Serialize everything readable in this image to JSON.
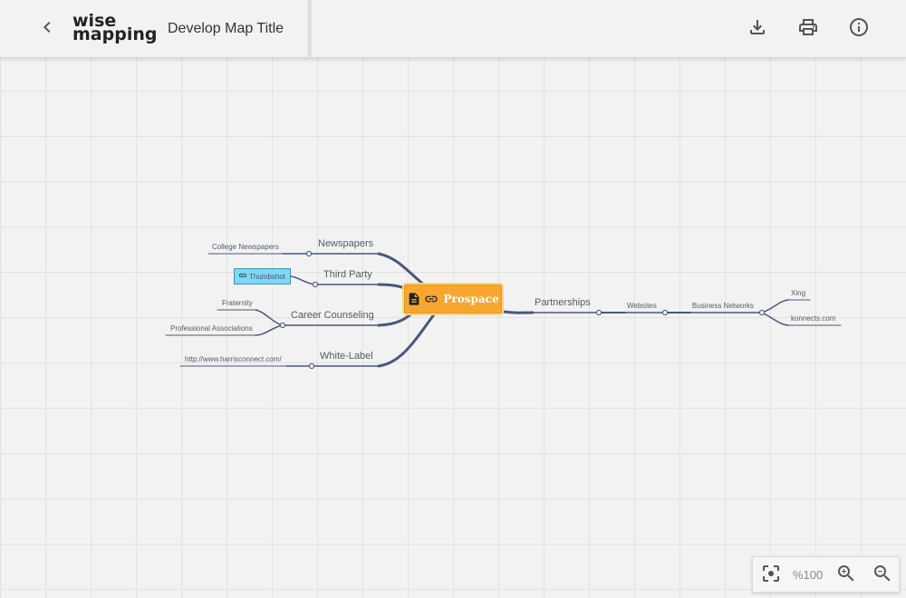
{
  "header": {
    "logo_line1": "wise",
    "logo_line2": "mapping",
    "map_title": "Develop Map Title",
    "icons": [
      "back-arrow-icon",
      "download-icon",
      "print-icon",
      "info-icon"
    ]
  },
  "mindmap": {
    "central": {
      "label": "Prospace",
      "icons": [
        "document-icon",
        "link-icon"
      ],
      "color": "#f7a731"
    },
    "left_topics": [
      {
        "label": "Newspapers",
        "children": [
          "College Newspapers"
        ]
      },
      {
        "label": "Third Party",
        "children": [
          "Thumbshot"
        ]
      },
      {
        "label": "Career Counseling",
        "children": [
          "Fraternity",
          "Professional Associations"
        ]
      },
      {
        "label": "White-Label",
        "children": [
          "http://www.harrisconnect.com/"
        ]
      }
    ],
    "right_topics": [
      {
        "label": "Partnerships",
        "children": [
          {
            "label": "Websites",
            "children": [
              {
                "label": "Business Networks",
                "children": [
                  "Xing",
                  "konnects.com"
                ]
              }
            ]
          }
        ]
      }
    ],
    "connector_color": "#495879"
  },
  "zoom": {
    "level": "%100",
    "icons": [
      "center-focus-icon",
      "zoom-in-icon",
      "zoom-out-icon"
    ]
  }
}
